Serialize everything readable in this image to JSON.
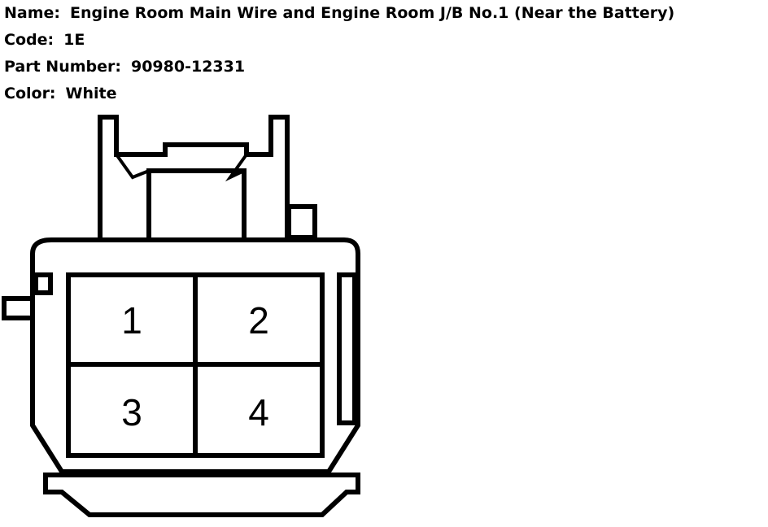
{
  "header": {
    "fields": [
      {
        "label": "Name:",
        "value": "Engine Room Main Wire and Engine Room J/B No.1 (Near the Battery)"
      },
      {
        "label": "Code:",
        "value": "1E"
      },
      {
        "label": "Part Number:",
        "value": "90980-12331"
      },
      {
        "label": "Color:",
        "value": "White"
      }
    ]
  },
  "connector": {
    "pins": [
      "1",
      "2",
      "3",
      "4"
    ],
    "stroke_color": "#000000",
    "fill_color": "#ffffff"
  }
}
